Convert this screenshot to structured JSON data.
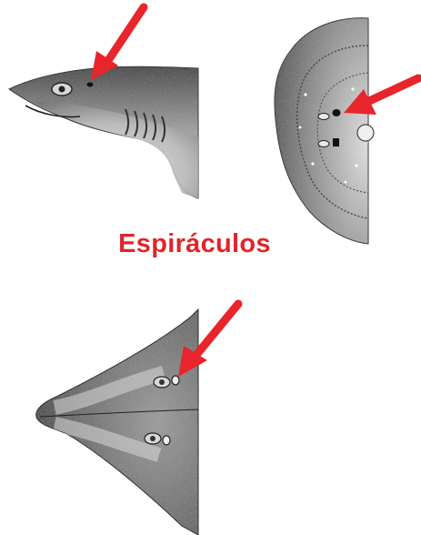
{
  "caption": "Espiráculos",
  "colors": {
    "arrow": "#e8252b",
    "caption": "#e0262b",
    "stipple_dark": "#2a2a2a",
    "stipple_mid": "#8c8c8c",
    "stipple_light": "#d9d9d9"
  },
  "panels": [
    {
      "id": "shark-side-view",
      "icon": "shark-lateral-head",
      "arrow_target": "spiracle"
    },
    {
      "id": "ray-dorsal-view",
      "icon": "ray-dorsal-disc",
      "arrow_target": "spiracle"
    },
    {
      "id": "guitarfish-dorsal-view",
      "icon": "guitarfish-dorsal-head",
      "arrow_target": "spiracle"
    }
  ]
}
